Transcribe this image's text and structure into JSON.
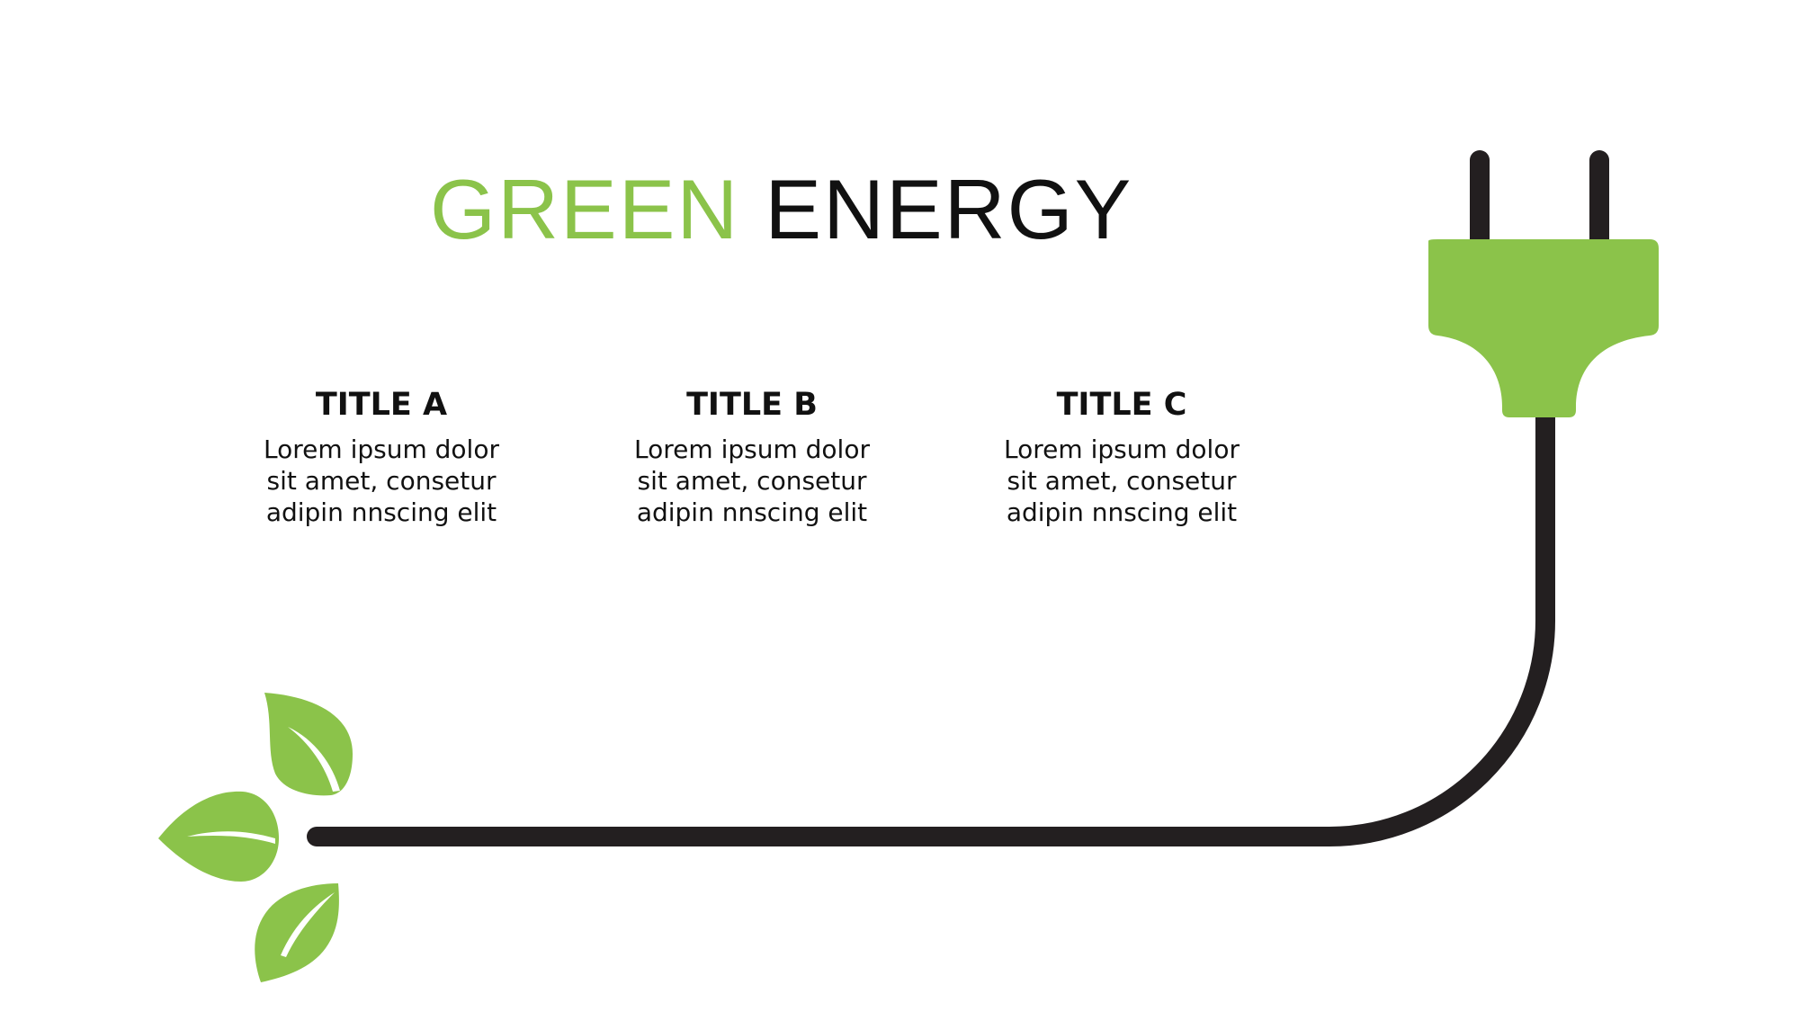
{
  "header": {
    "title_accent": "GREEN",
    "title_rest": "ENERGY"
  },
  "columns": [
    {
      "title": "TITLE A",
      "lines": [
        "Lorem ipsum dolor",
        "sit amet, consetur",
        "adipin nnscing elit"
      ]
    },
    {
      "title": "TITLE B",
      "lines": [
        "Lorem ipsum dolor",
        "sit amet, consetur",
        "adipin nnscing elit"
      ]
    },
    {
      "title": "TITLE C",
      "lines": [
        "Lorem ipsum dolor",
        "sit amet, consetur",
        "adipin nnscing elit"
      ]
    }
  ],
  "colors": {
    "accent": "#8bc34a",
    "dark": "#231f20",
    "text": "#111111"
  },
  "icons": [
    "plug-icon",
    "cable",
    "leaf-icon"
  ]
}
